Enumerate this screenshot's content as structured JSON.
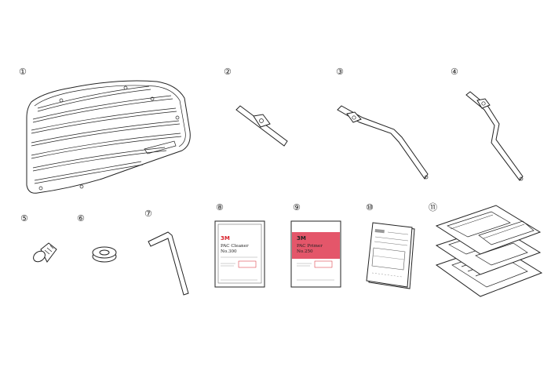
{
  "items": [
    {
      "number": "①",
      "icon": "rear-window-louver-icon"
    },
    {
      "number": "②",
      "icon": "short-bracket-icon"
    },
    {
      "number": "③",
      "icon": "long-bracket-left-icon"
    },
    {
      "number": "④",
      "icon": "long-bracket-right-icon"
    },
    {
      "number": "⑤",
      "icon": "bolt-icon"
    },
    {
      "number": "⑥",
      "icon": "washer-icon"
    },
    {
      "number": "⑦",
      "icon": "hex-key-icon"
    },
    {
      "number": "⑧",
      "icon": "cleaner-pack-icon"
    },
    {
      "number": "⑨",
      "icon": "primer-pack-icon"
    },
    {
      "number": "⑩",
      "icon": "instruction-sheet-icon"
    },
    {
      "number": "⑪",
      "icon": "adhesive-tape-sheets-icon"
    }
  ],
  "cleaner_pack": {
    "brand": "3M",
    "line1": "PAC Cleaner",
    "line2": "No.300",
    "color": "#ffffff"
  },
  "primer_pack": {
    "brand": "3M",
    "line1": "PAC Primer",
    "line2": "No.250",
    "color": "#e4566a"
  }
}
